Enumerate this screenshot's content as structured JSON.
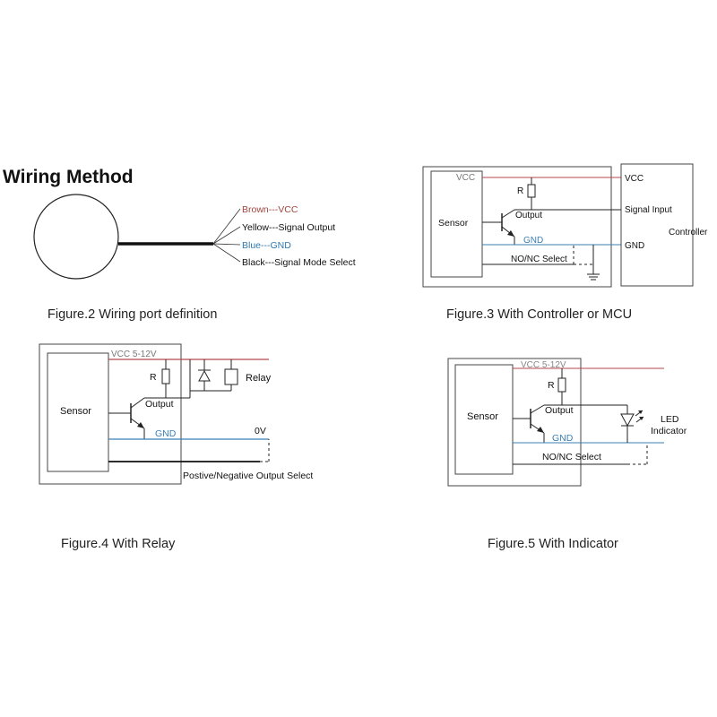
{
  "heading": "Wiring Method",
  "colors": {
    "red": "#b5494f",
    "blue": "#3a7fb5",
    "black": "#111111",
    "gray": "#555555",
    "brown_label": "#a0453f",
    "blue_label": "#2f78b0"
  },
  "fig2": {
    "wires": {
      "brown": "Brown---VCC",
      "yellow": "Yellow---Signal Output",
      "blue": "Blue---GND",
      "black": "Black---Signal Mode Select"
    },
    "caption": "Figure.2 Wiring port definition"
  },
  "fig3": {
    "vcc": "VCC",
    "r": "R",
    "sensor": "Sensor",
    "output": "Output",
    "gnd": "GND",
    "nonc": "NO/NC Select",
    "ctrl_vcc": "VCC",
    "ctrl_signal": "Signal Input",
    "ctrl_gnd": "GND",
    "controller": "Controller",
    "caption": "Figure.3 With Controller or MCU"
  },
  "fig4": {
    "vcc": "VCC 5-12V",
    "r": "R",
    "relay": "Relay",
    "sensor": "Sensor",
    "output": "Output",
    "gnd": "GND",
    "zero_v": "0V",
    "select": "Postive/Negative Output Select",
    "caption": "Figure.4 With Relay"
  },
  "fig5": {
    "vcc": "VCC 5-12V",
    "r": "R",
    "sensor": "Sensor",
    "output": "Output",
    "gnd": "GND",
    "nonc": "NO/NC Select",
    "led": "LED",
    "indicator": "Indicator",
    "caption": "Figure.5 With Indicator"
  }
}
